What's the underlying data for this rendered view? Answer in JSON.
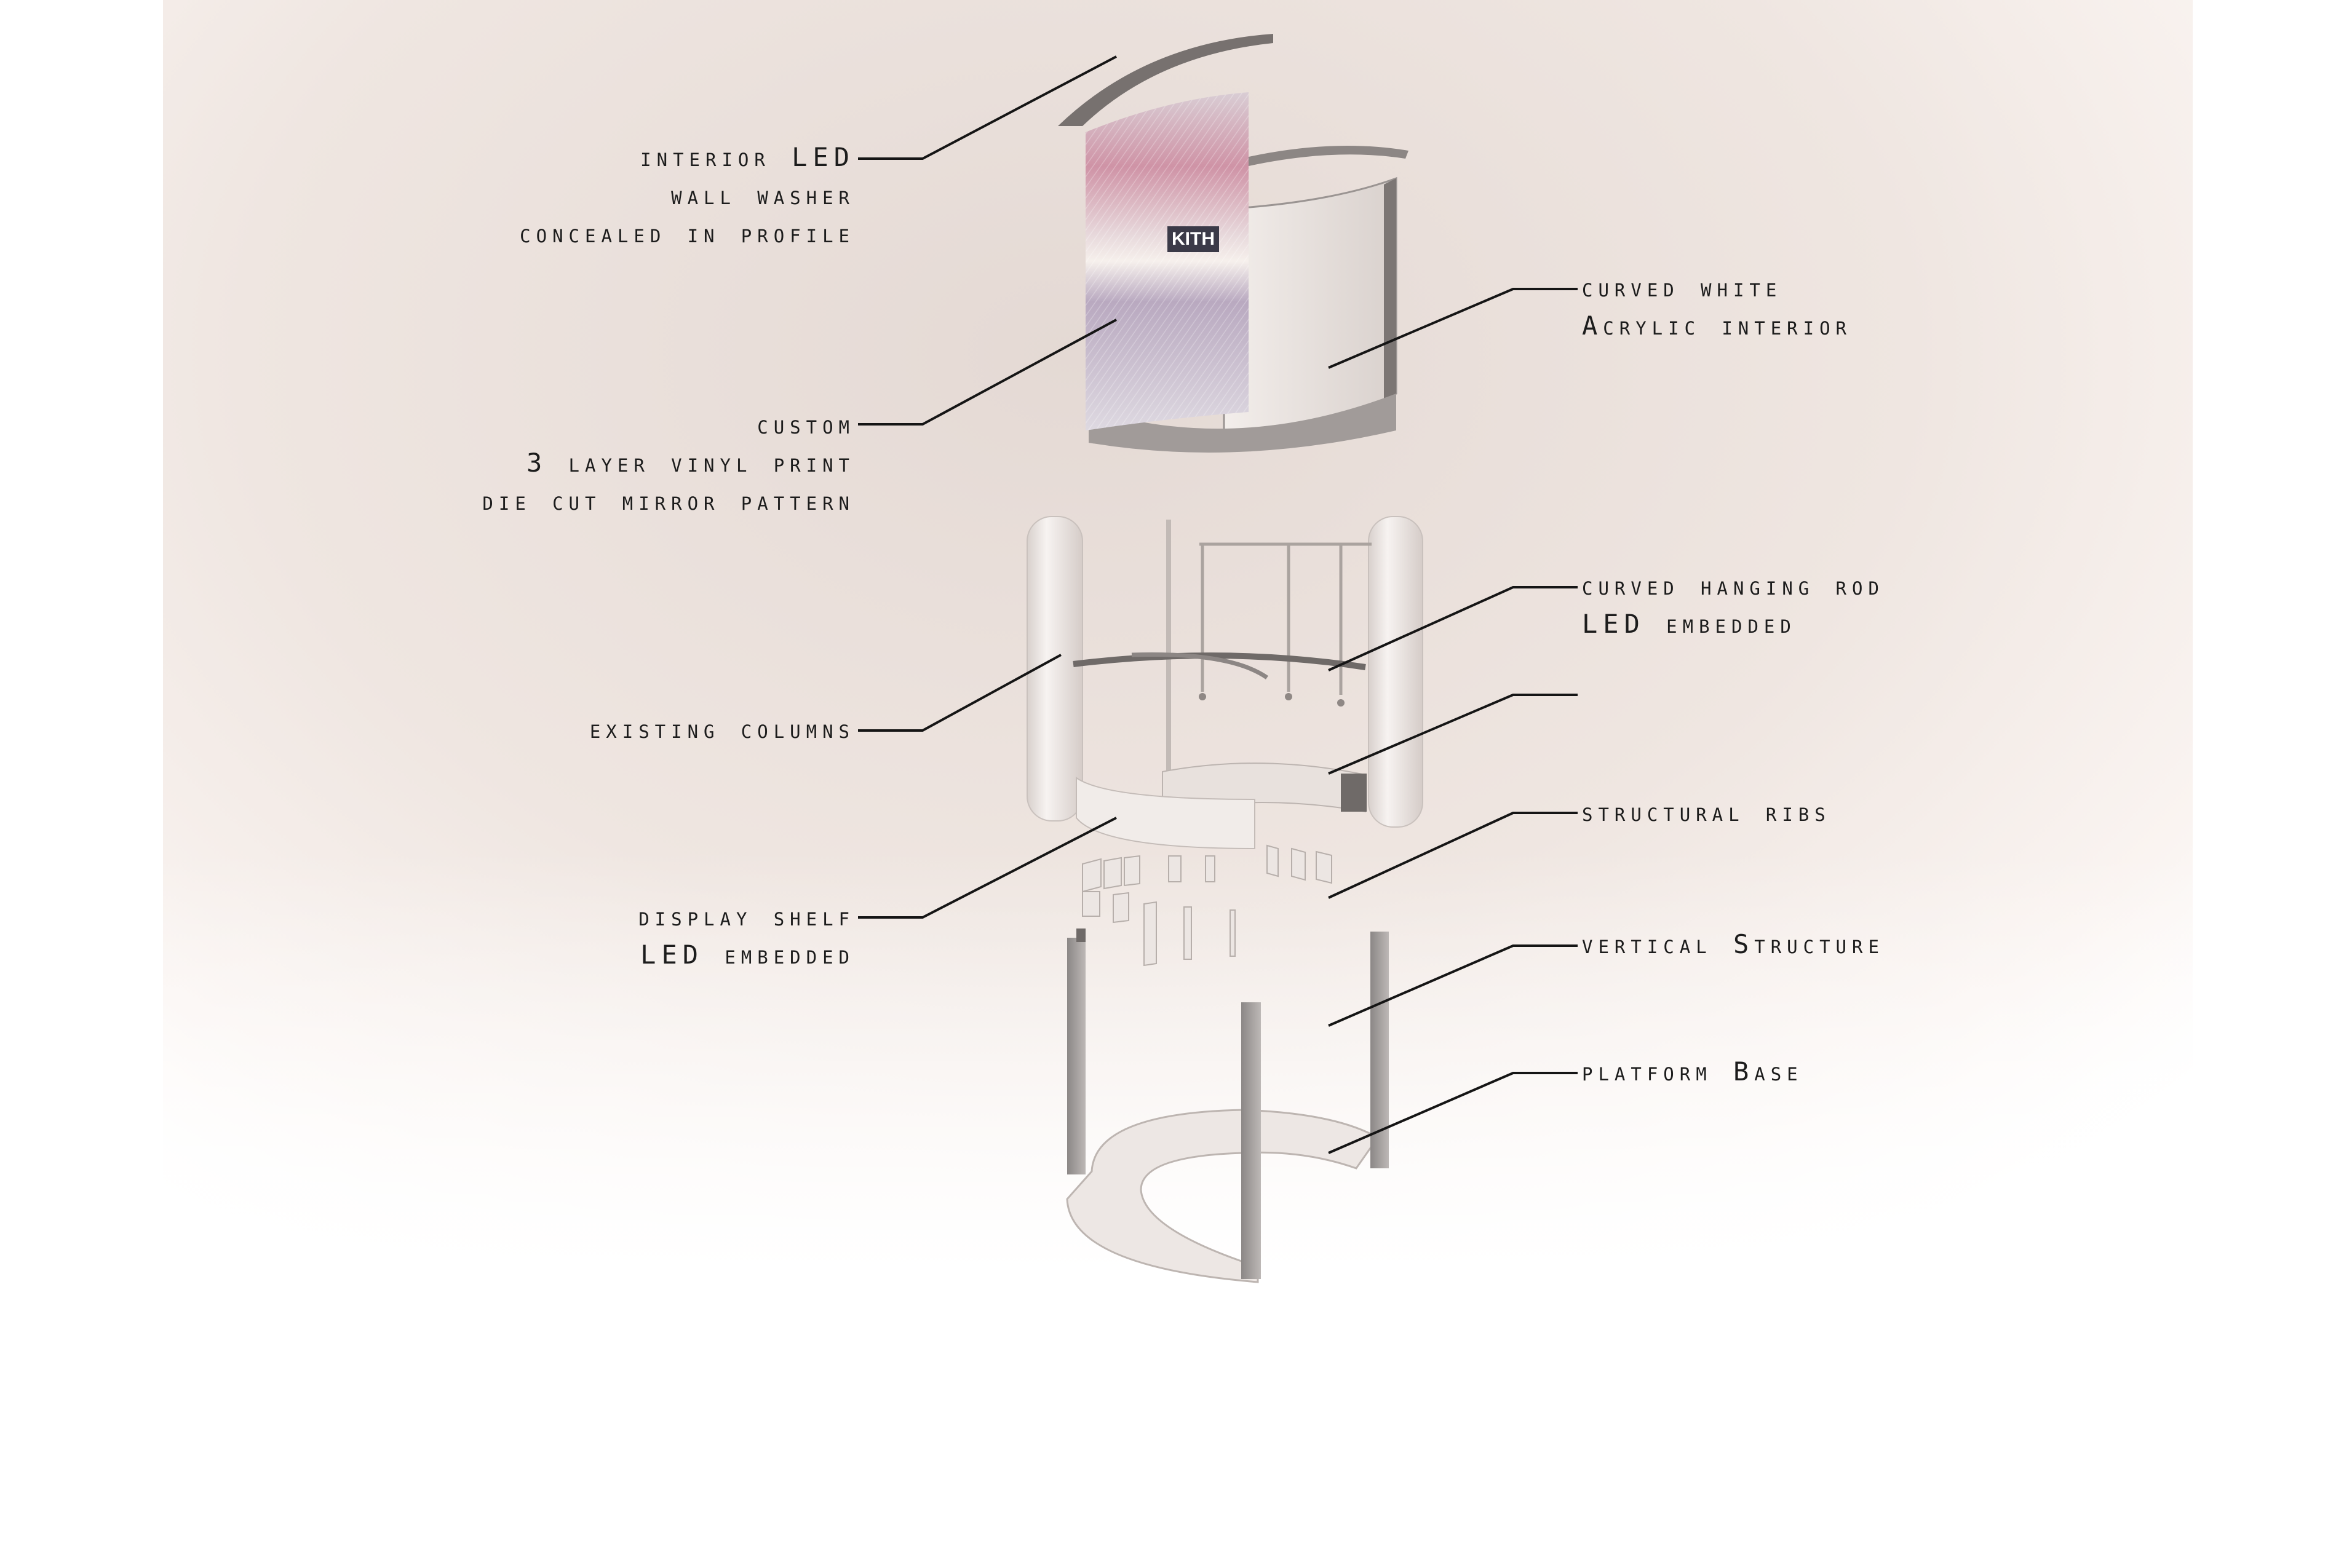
{
  "logo_text": "KITH",
  "labels": {
    "interior_led": [
      "interior LED",
      "wall washer",
      "concealed in profile"
    ],
    "custom_vinyl": [
      "custom",
      "3 layer vinyl print",
      "die cut mirror pattern"
    ],
    "existing_columns": [
      "existing columns"
    ],
    "display_shelf": [
      "display shelf",
      "LED embedded"
    ],
    "curved_white": [
      "curved white",
      "Acrylic interior"
    ],
    "hanging_rod": [
      "curved hanging rod",
      "LED embedded"
    ],
    "structural_ribs": [
      "structural ribs"
    ],
    "vertical_structure": [
      "vertical Structure"
    ],
    "platform_base": [
      "platform Base"
    ]
  }
}
